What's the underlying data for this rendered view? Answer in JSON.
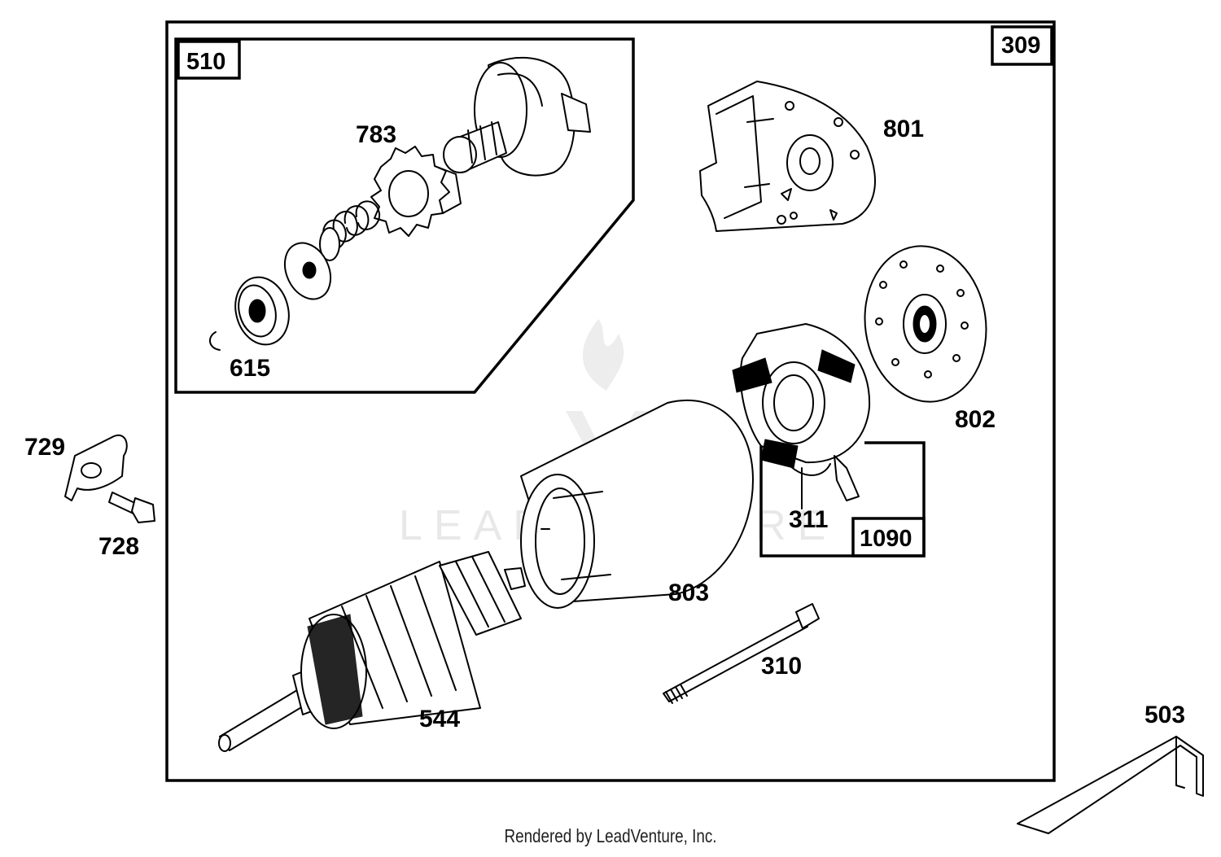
{
  "groups": {
    "g309": "309",
    "g510": "510",
    "g1090": "1090"
  },
  "parts": {
    "p783": "783",
    "p615": "615",
    "p801": "801",
    "p802": "802",
    "p311": "311",
    "p803": "803",
    "p310": "310",
    "p544": "544",
    "p729": "729",
    "p728": "728",
    "p503": "503"
  },
  "watermark": "LEADVENTURE",
  "footer": "Rendered by LeadVenture, Inc."
}
